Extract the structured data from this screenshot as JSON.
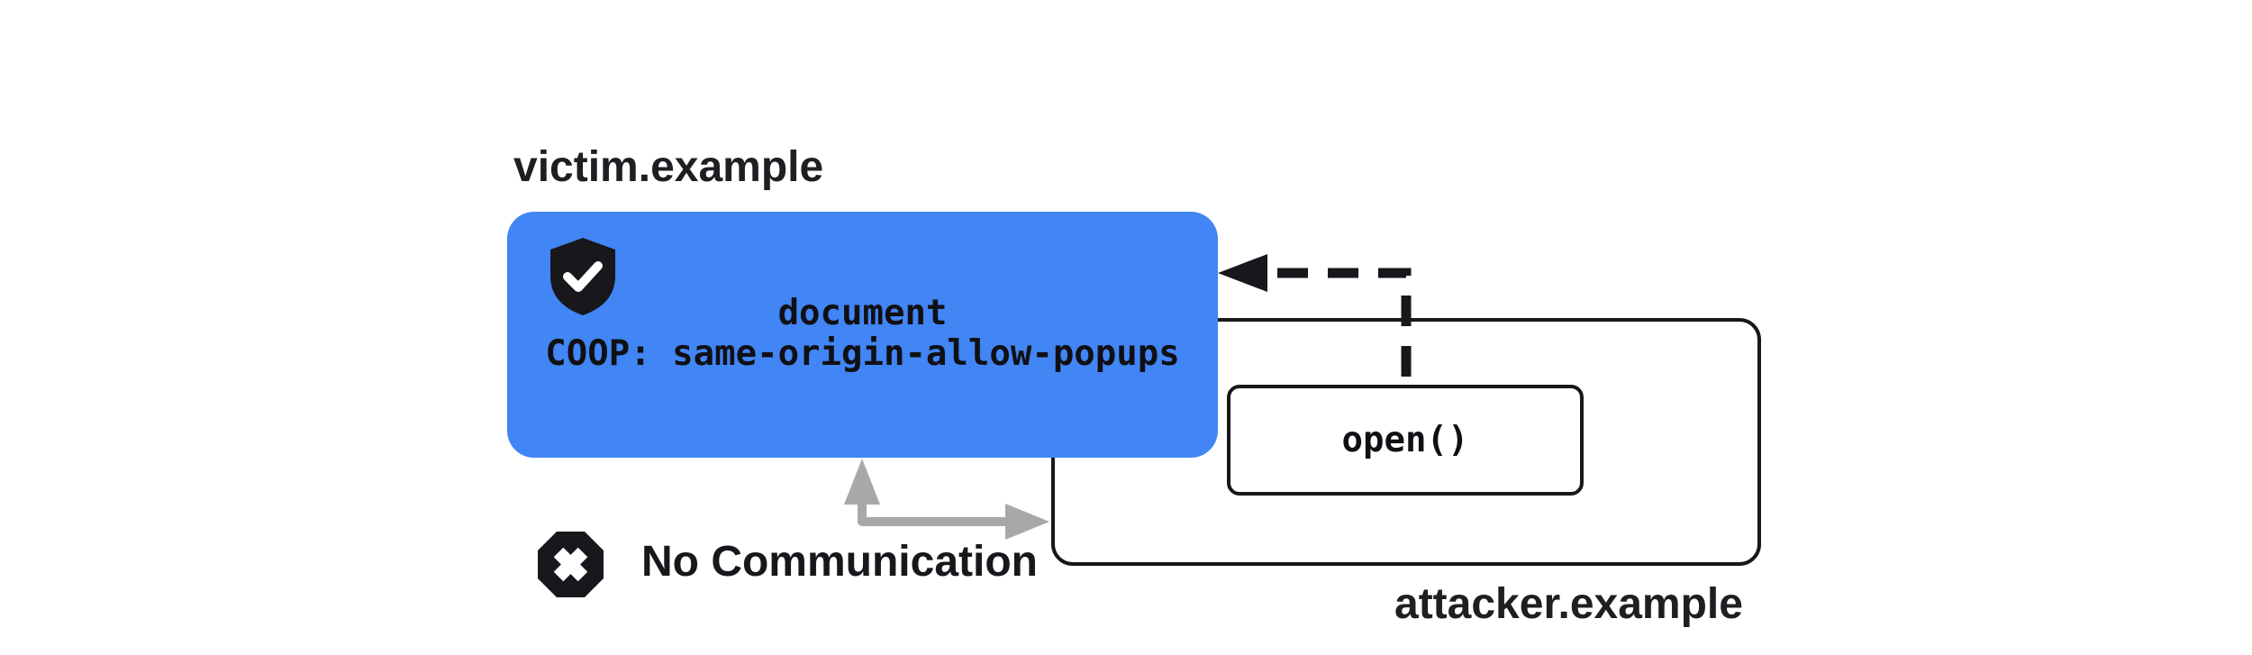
{
  "victim": {
    "domain": "victim.example",
    "doc_label": "document",
    "coop_header": "COOP: same-origin-allow-popups"
  },
  "attacker": {
    "domain": "attacker.example",
    "open_label": "open()"
  },
  "no_communication": {
    "label": "No Communication"
  },
  "icons": {
    "shield_check": "shield-check-icon",
    "octagon_x": "octagon-x-icon",
    "dashed_opener_arrow": "dashed-arrow-left",
    "blocked_arrow": "gray-elbow-arrow"
  },
  "colors": {
    "victim_box_fill": "#4285f4",
    "outline": "#17171c",
    "icon_fill": "#17171c",
    "mono_text": "#101014",
    "label_text": "#1f1f23",
    "blocked_arrow_gray": "#a8a8a8",
    "background": "#ffffff",
    "check_mark": "#ffffff"
  }
}
